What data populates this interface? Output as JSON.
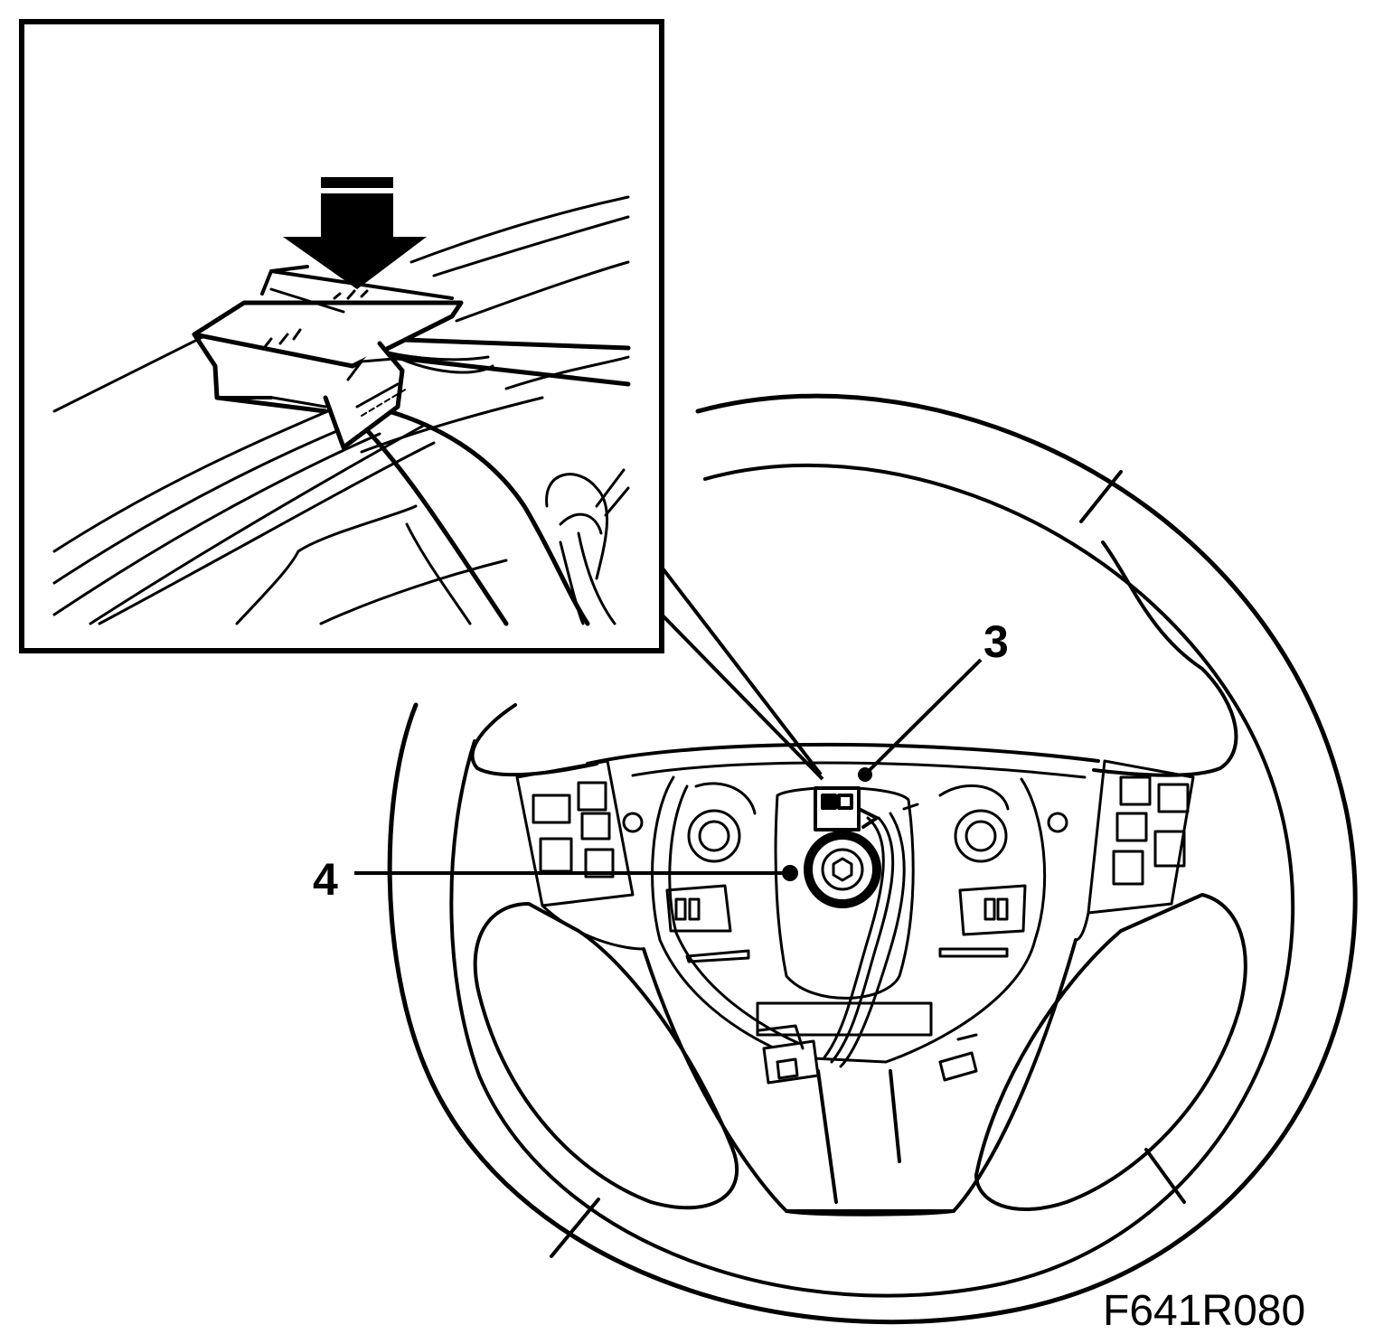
{
  "figure": {
    "id_label": "F641R080",
    "callouts": [
      {
        "number": "3",
        "part": "connector"
      },
      {
        "number": "4",
        "part": "centre-bolt"
      }
    ],
    "colors": {
      "ink": "#000000",
      "paper": "#ffffff"
    }
  }
}
